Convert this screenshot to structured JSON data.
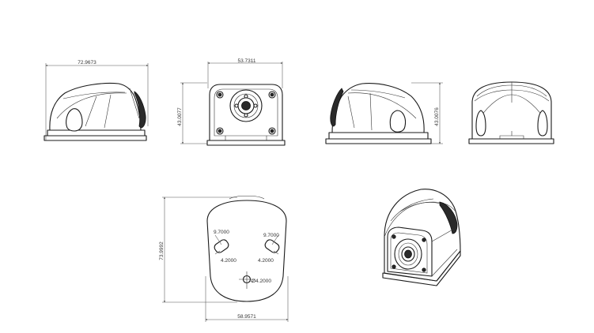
{
  "dimensions": {
    "side_left_width": "72.9673",
    "front_width": "53.7311",
    "front_height": "43.0077",
    "side_right_height": "43.0076",
    "bottom_height": "73.9992",
    "bottom_width": "58.9571",
    "slot_left_length": "9.7000",
    "slot_right_length": "9.7000",
    "slot_left_width": "4.2000",
    "slot_right_width": "4.2000",
    "hole_diameter": "Ø4.2000"
  }
}
